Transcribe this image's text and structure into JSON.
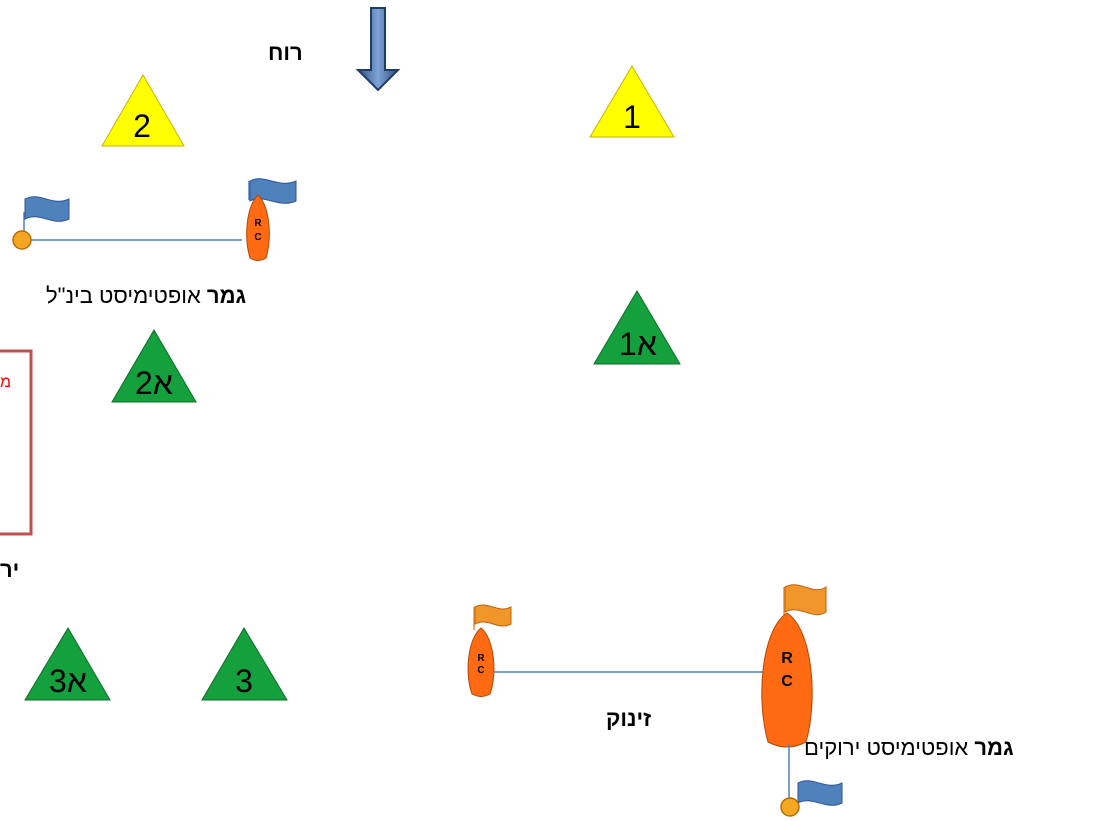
{
  "wind": {
    "label": "רוח"
  },
  "marks": [
    {
      "id": "mark-1",
      "label": "1",
      "color": "#ffff00"
    },
    {
      "id": "mark-2",
      "label": "2",
      "color": "#ffff00"
    },
    {
      "id": "mark-1a",
      "label": "1א",
      "color": "#14a03c"
    },
    {
      "id": "mark-2a",
      "label": "2א",
      "color": "#14a03c"
    },
    {
      "id": "mark-3a",
      "label": "3א",
      "color": "#14a03c"
    },
    {
      "id": "mark-3",
      "label": "3",
      "color": "#14a03c"
    }
  ],
  "finish_intl": {
    "bold": "גמר",
    "rest": " אופטימיסט בינ\"ל"
  },
  "finish_green": {
    "bold": "גמר",
    "rest": " אופטימיסט ירוקים"
  },
  "start": {
    "label": "זינוק"
  },
  "partial_box_text": "מ",
  "partial_label": "יר",
  "rc_text": [
    "R",
    "C"
  ],
  "colors": {
    "boat": "#ff6a13",
    "flag_blue": "#4f81bd",
    "flag_orange": "#f0962a",
    "buoy": "#f5a623",
    "line": "#4f81bd",
    "box_border": "#c0504d",
    "box_text": "#ff0000"
  }
}
